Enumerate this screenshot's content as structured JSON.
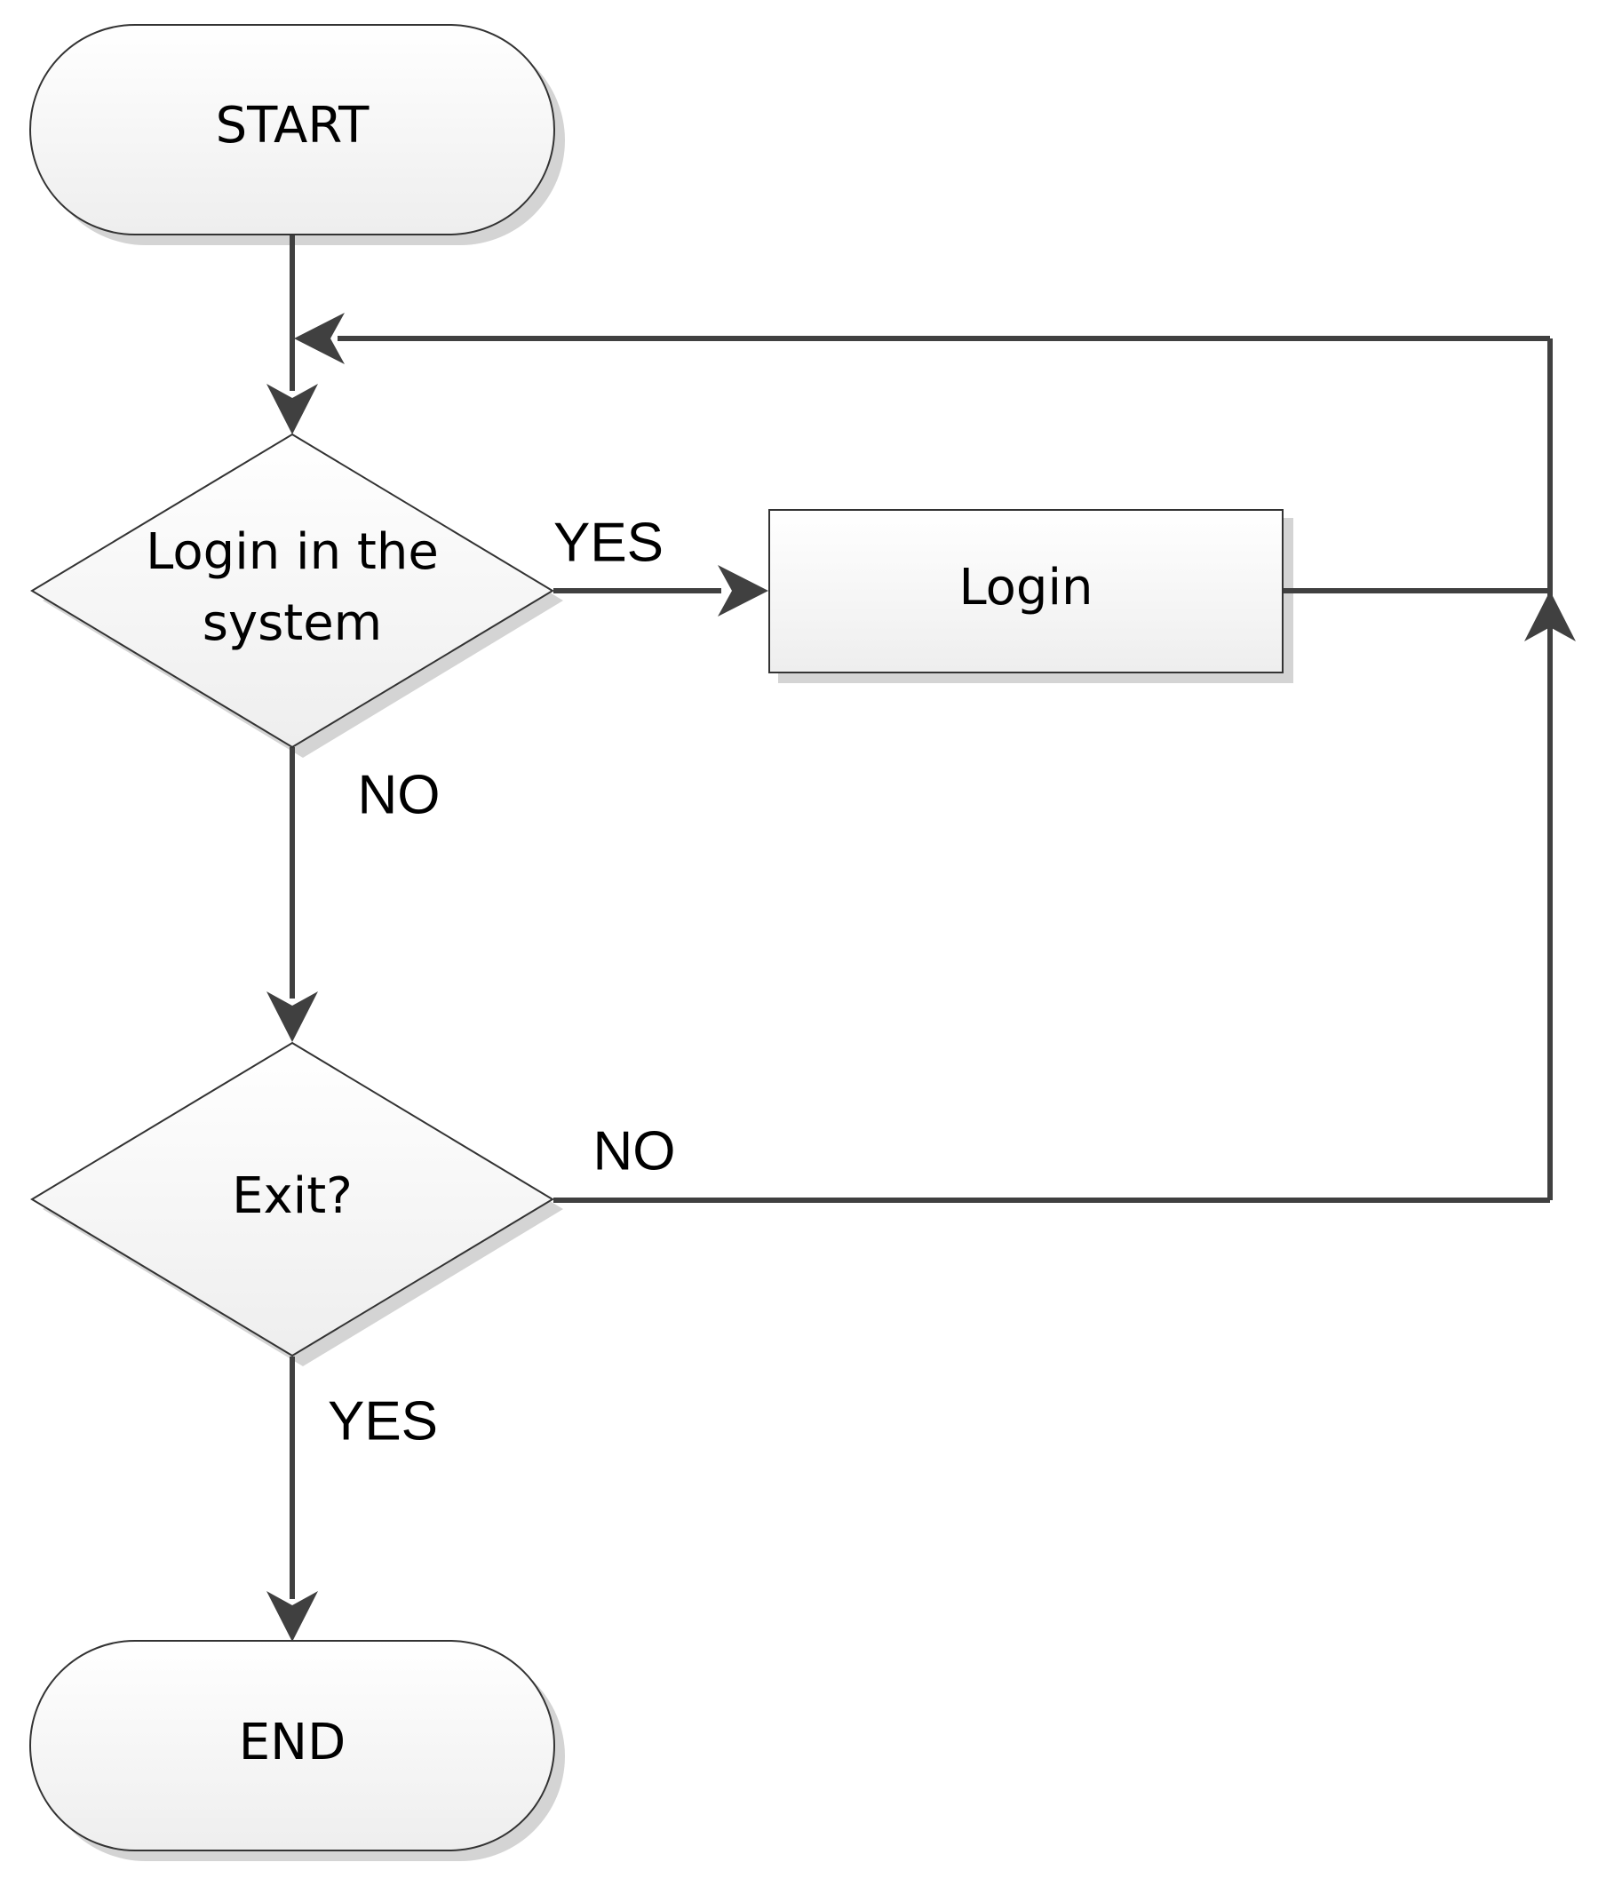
{
  "diagram": {
    "nodes": {
      "start": "START",
      "login_check_line1": "Login in the",
      "login_check_line2": "system",
      "login": "Login",
      "exit_check": "Exit?",
      "end": "END"
    },
    "edges": {
      "login_check_yes": "YES",
      "login_check_no": "NO",
      "exit_no": "NO",
      "exit_yes": "YES"
    }
  }
}
